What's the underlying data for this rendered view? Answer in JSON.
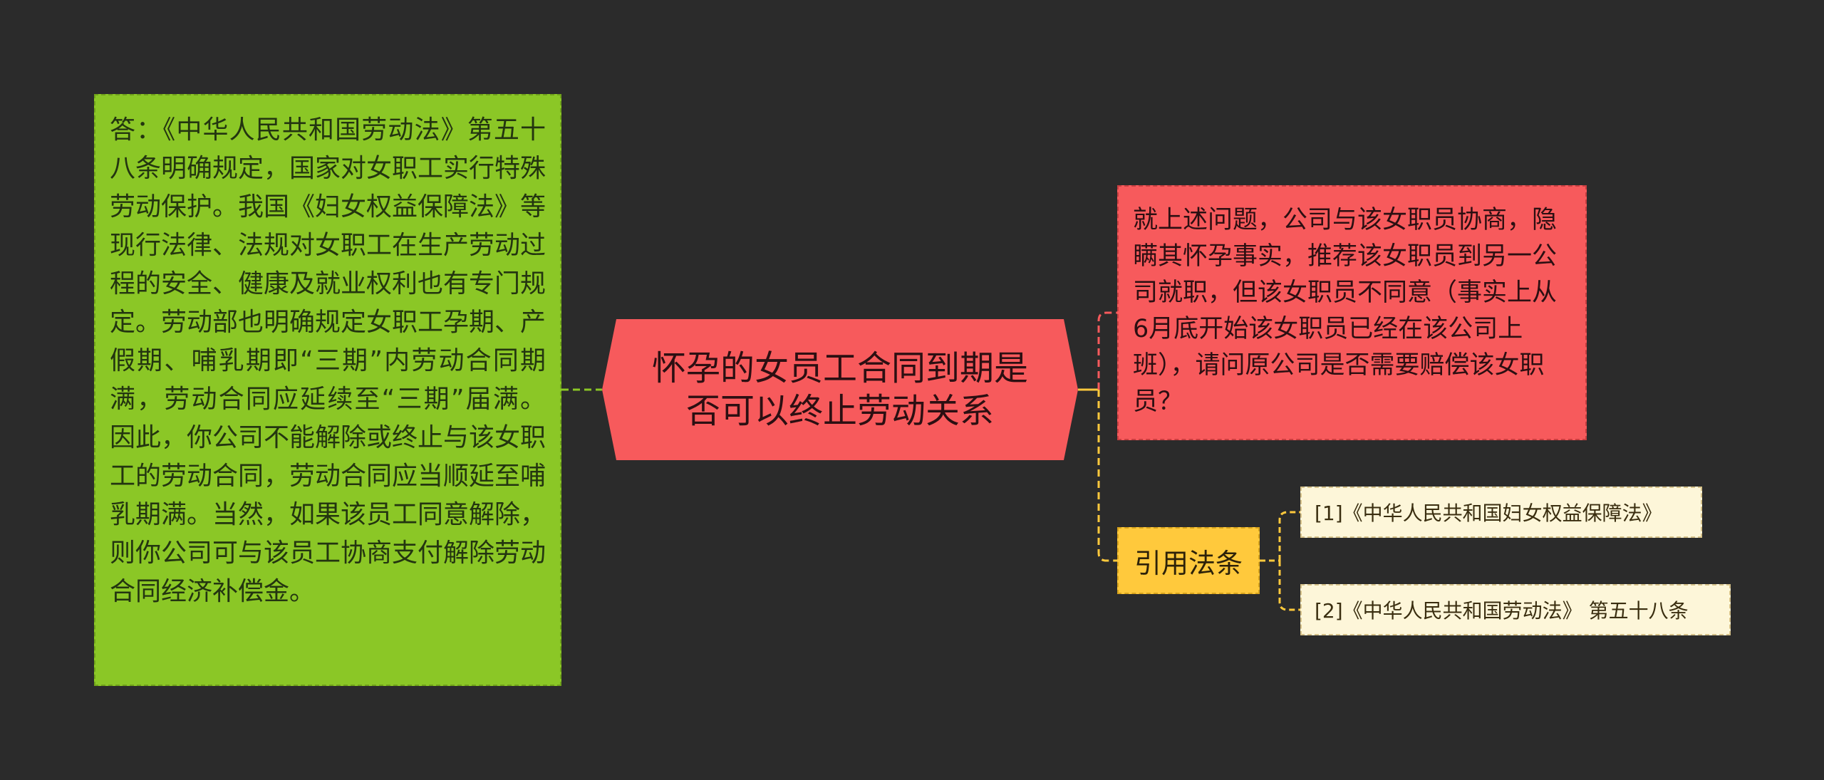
{
  "mindmap": {
    "center": {
      "title": "怀孕的女员工合同到期是否可以终止劳动关系"
    },
    "answer": {
      "text": "答：《中华人民共和国劳动法》第五十八条明确规定，国家对女职工实行特殊劳动保护。我国《妇女权益保障法》等现行法律、法规对女职工在生产劳动过程的安全、健康及就业权利也有专门规定。劳动部也明确规定女职工孕期、产假期、哺乳期即“三期”内劳动合同期满，劳动合同应延续至“三期”届满。因此，你公司不能解除或终止与该女职工的劳动合同，劳动合同应当顺延至哺乳期满。当然，如果该员工同意解除，则你公司可与该员工协商支付解除劳动合同经济补偿金。"
    },
    "question": {
      "text": "就上述问题，公司与该女职员协商，隐瞒其怀孕事实，推荐该女职员到另一公司就职，但该女职员不同意（事实上从6月底开始该女职员已经在该公司上班），请问原公司是否需要赔偿该女职员？"
    },
    "citations": {
      "label": "引用法条",
      "items": [
        {
          "text": "[1]《中华人民共和国妇女权益保障法》"
        },
        {
          "text": "[2]《中华人民共和国劳动法》 第五十八条"
        }
      ]
    }
  },
  "colors": {
    "background": "#2b2b2b",
    "center": "#f75a5c",
    "answer": "#8bc726",
    "question": "#f75a5c",
    "citation_label": "#ffc93c",
    "reference": "#fdf6d9"
  }
}
